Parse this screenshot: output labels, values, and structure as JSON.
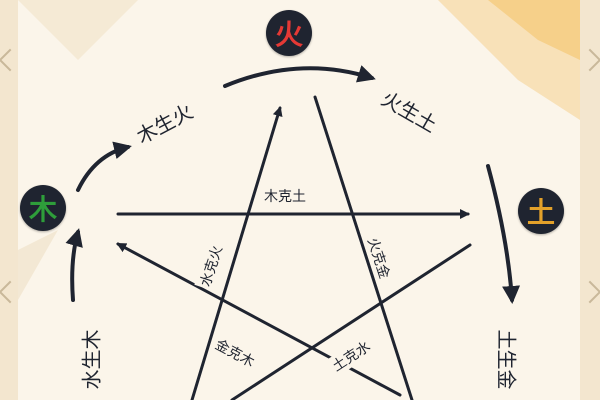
{
  "elements": {
    "fire": {
      "char": "火",
      "color": "#e53935"
    },
    "wood": {
      "char": "木",
      "color": "#2e9e3a"
    },
    "earth": {
      "char": "土",
      "color": "#e3a12a"
    }
  },
  "generating": {
    "wood_fire": "木生火",
    "fire_earth": "火生土",
    "earth_metal": "土生金",
    "water_wood": "水生木"
  },
  "controlling": {
    "wood_earth": "木克土",
    "water_fire": "水克火",
    "fire_metal": "火克金",
    "metal_wood": "金克木",
    "earth_water": "土克水"
  },
  "colors": {
    "line": "#1f2430",
    "panel": "#fbf5ea",
    "background": "#f3e6cf",
    "accent": "#f5c56a"
  }
}
